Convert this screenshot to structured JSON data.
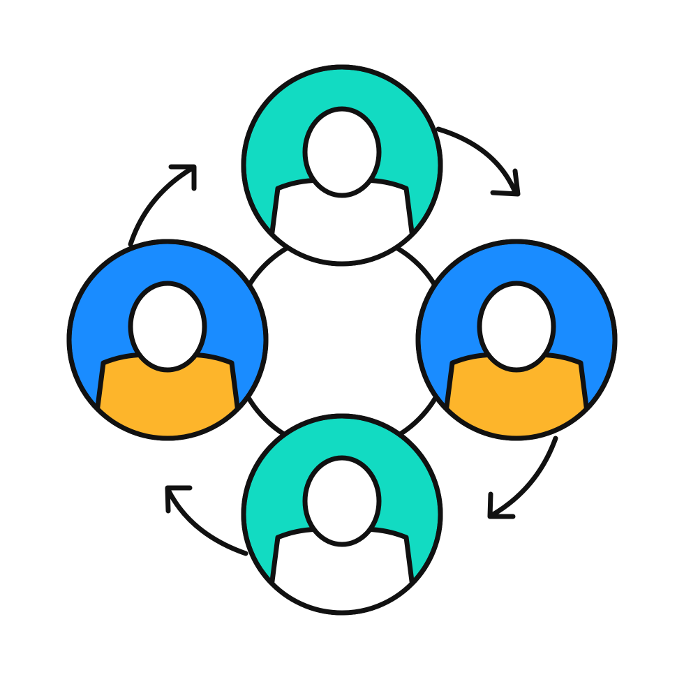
{
  "icon": {
    "name": "team-rotation-icon",
    "colors": {
      "outline": "#111111",
      "background": "#ffffff",
      "teal": "#12DBC2",
      "blue": "#1A8CFF",
      "yellow": "#FDB52B",
      "white": "#ffffff"
    },
    "people": [
      {
        "name": "top-person",
        "circle_color": "teal",
        "body_color": "white"
      },
      {
        "name": "right-person",
        "circle_color": "blue",
        "body_color": "yellow"
      },
      {
        "name": "bottom-person",
        "circle_color": "teal",
        "body_color": "white"
      },
      {
        "name": "left-person",
        "circle_color": "blue",
        "body_color": "yellow"
      }
    ],
    "arrows": [
      {
        "name": "arrow-top-right",
        "direction": "clockwise"
      },
      {
        "name": "arrow-bottom-right",
        "direction": "clockwise"
      },
      {
        "name": "arrow-bottom-left",
        "direction": "clockwise"
      },
      {
        "name": "arrow-top-left",
        "direction": "clockwise"
      }
    ]
  }
}
